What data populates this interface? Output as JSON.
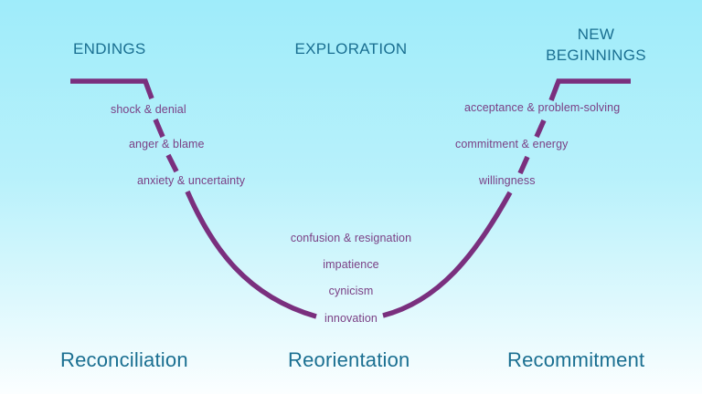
{
  "colors": {
    "heading": "#1a6f91",
    "curve": "#7a2f7e",
    "emotion_text": "#7a3f84",
    "background_top": "#9fecfa",
    "background_bottom": "#fbfeff"
  },
  "headers": {
    "endings": "ENDINGS",
    "exploration": "EXPLORATION",
    "new_beginnings_line1": "NEW",
    "new_beginnings_line2": "BEGINNINGS"
  },
  "emotions": {
    "endings": [
      "shock & denial",
      "anger & blame",
      "anxiety & uncertainty"
    ],
    "exploration": [
      "confusion & resignation",
      "impatience",
      "cynicism",
      "innovation"
    ],
    "new_beginnings": [
      "acceptance & problem-solving",
      "commitment & energy",
      "willingness"
    ]
  },
  "phases": {
    "left": "Reconciliation",
    "middle": "Reorientation",
    "right": "Recommitment"
  }
}
